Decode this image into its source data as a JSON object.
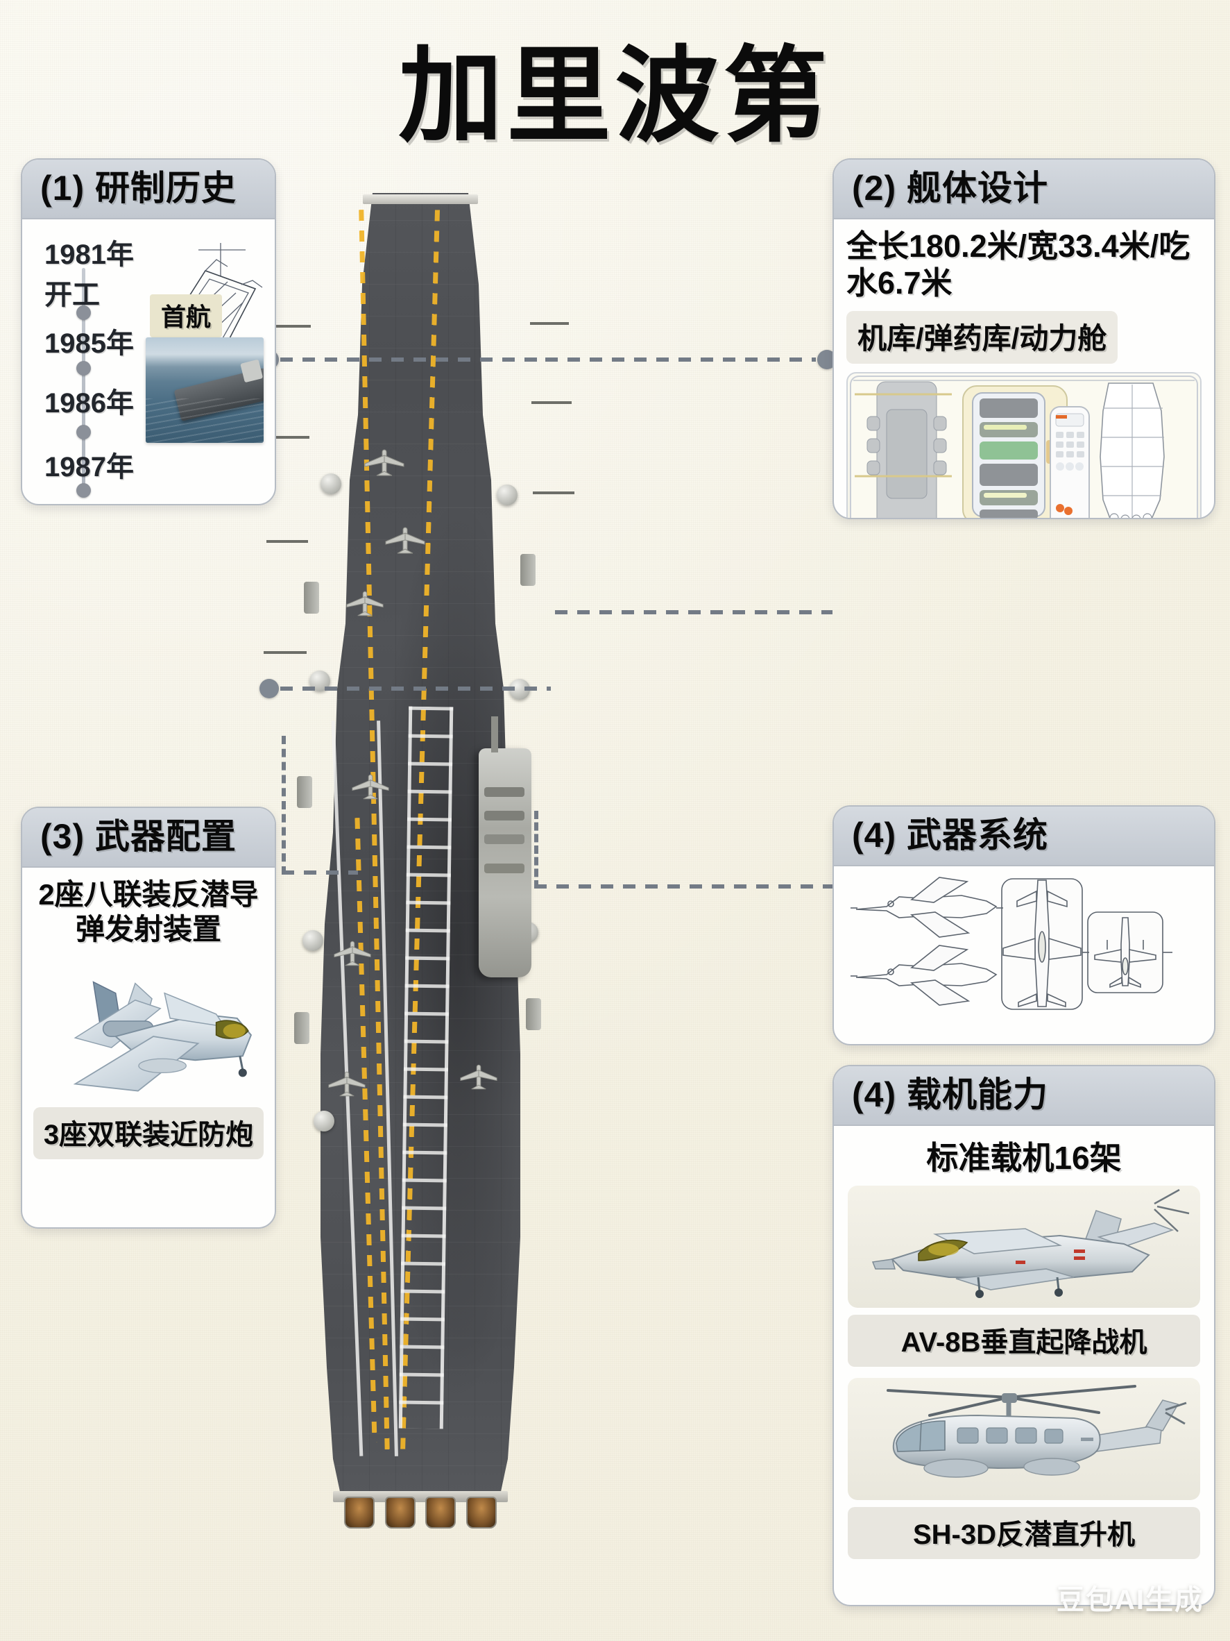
{
  "title": "加里波第",
  "watermark": "豆包AI生成",
  "panels": {
    "history": {
      "heading": "(1) 研制历史",
      "timeline": [
        {
          "year": "1981年",
          "event": "开工"
        },
        {
          "year": "1985年",
          "event": ""
        },
        {
          "year": "1986年",
          "event": ""
        },
        {
          "year": "1987年",
          "event": ""
        }
      ],
      "first_sail_label": "首航",
      "sketch_alt": "carrier-blueprint-sketch",
      "photo_alt": "carrier-at-sea-photo"
    },
    "hull": {
      "heading": "(2) 舰体设计",
      "spec": "全长180.2米/宽33.4米/吃水6.7米",
      "compartments_tag": "机库/弹药库/动力舱",
      "diagram_alt": "hull-compartment-diagram"
    },
    "weapons": {
      "heading": "(3) 武器配置",
      "missile_text": "2座八联装反潜导弹发射装置",
      "ciws_tag": "3座双联装近防炮",
      "jet_alt": "fighter-jet-illustration"
    },
    "weapon_systems": {
      "heading": "(4) 武器系统",
      "diagram_alt": "aircraft-line-drawings"
    },
    "aircraft": {
      "heading": "(4) 载机能力",
      "capacity": "标准载机16架",
      "items": [
        {
          "caption": "AV-8B垂直起降战机",
          "alt": "harrier-jet-photo"
        },
        {
          "caption": "SH-3D反潜直升机",
          "alt": "sea-king-helicopter-photo"
        }
      ]
    }
  },
  "centerpiece": {
    "alt": "aircraft-carrier-top-down-photo"
  },
  "colors": {
    "background": "#f5f2e4",
    "panel_header": "#c8ced6",
    "panel_border": "#b6bcc4",
    "connector": "#737b86",
    "deck": "#4e5054",
    "runway_line": "#f0b429",
    "highlight_chip": "#e9e5cd"
  }
}
